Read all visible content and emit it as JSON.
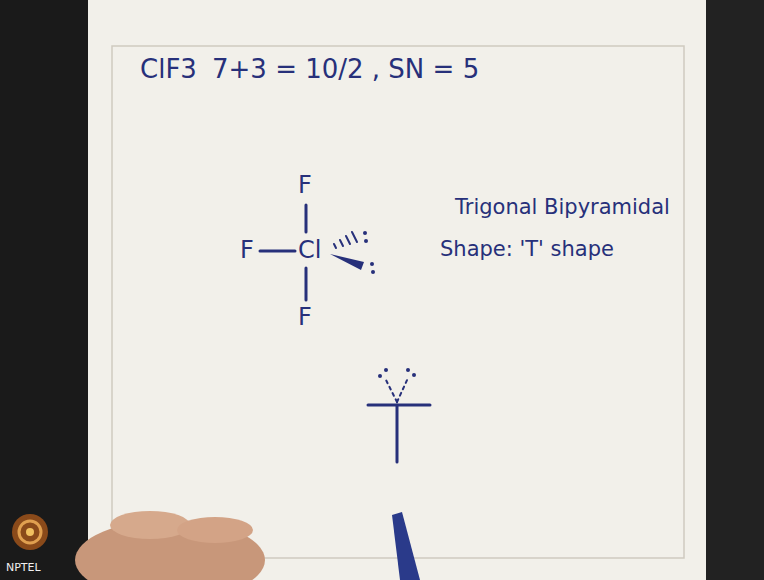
{
  "diagram": {
    "labels": [
      "ClF3",
      "7+3 = 10/2 , SN = 5",
      "F",
      "F",
      "Cl",
      "F",
      "Trigonal Bipyramidal",
      "Shape: 'T' shape",
      "NPTEL"
    ]
  }
}
